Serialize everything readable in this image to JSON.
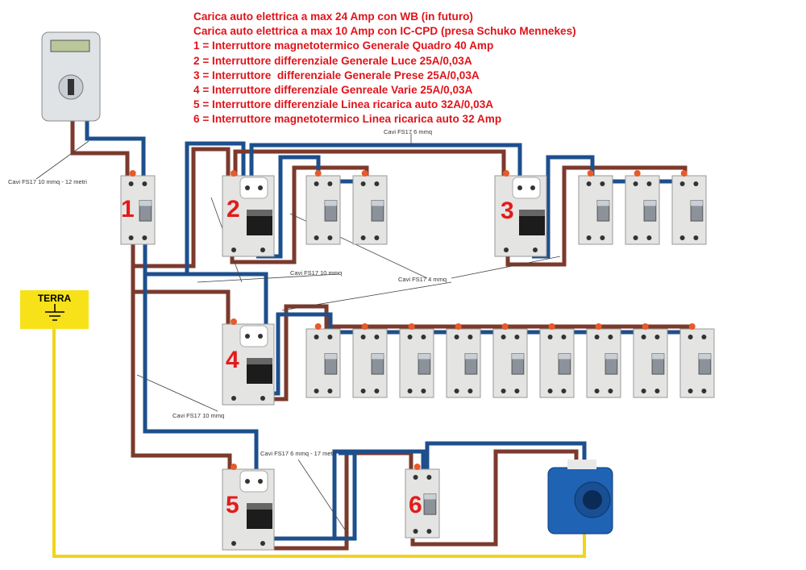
{
  "legend": [
    "Carica auto elettrica a max 24 Amp con WB (in futuro)",
    "Carica auto elettrica a max 10 Amp con IC-CPD (presa Schuko Mennekes)",
    "1 = Interruttore magnetotermico Generale Quadro 40 Amp",
    "2 = Interruttore differenziale Generale Luce 25A/0,03A",
    "3 = Interruttore  differenziale Generale Prese 25A/0,03A",
    "4 = Interruttore differenziale Genreale Varie 25A/0,03A",
    "5 = Interruttore differenziale Linea ricarica auto 32A/0,03A",
    "6 = Interruttore magnetotermico Linea ricarica auto 32 Amp"
  ],
  "cables": [
    "Cavi FS17 10 mmq - 12 metri",
    "Cavi FS17 6 mmq",
    "Cavi FS17 10 mmq",
    "Cavi FS17 4 mmq",
    "Cavi FS17 10 mmq",
    "Cavi FS17 6 mmq - 17 metri"
  ],
  "numbers": [
    "1",
    "2",
    "3",
    "4",
    "5",
    "6"
  ],
  "terra": {
    "label": "TERRA",
    "icon": "ground-icon"
  },
  "colors": {
    "phase": "#7b3a2c",
    "neutral": "#1d4f8c",
    "earth": "#f2d41a",
    "labels": "#e0141b"
  }
}
